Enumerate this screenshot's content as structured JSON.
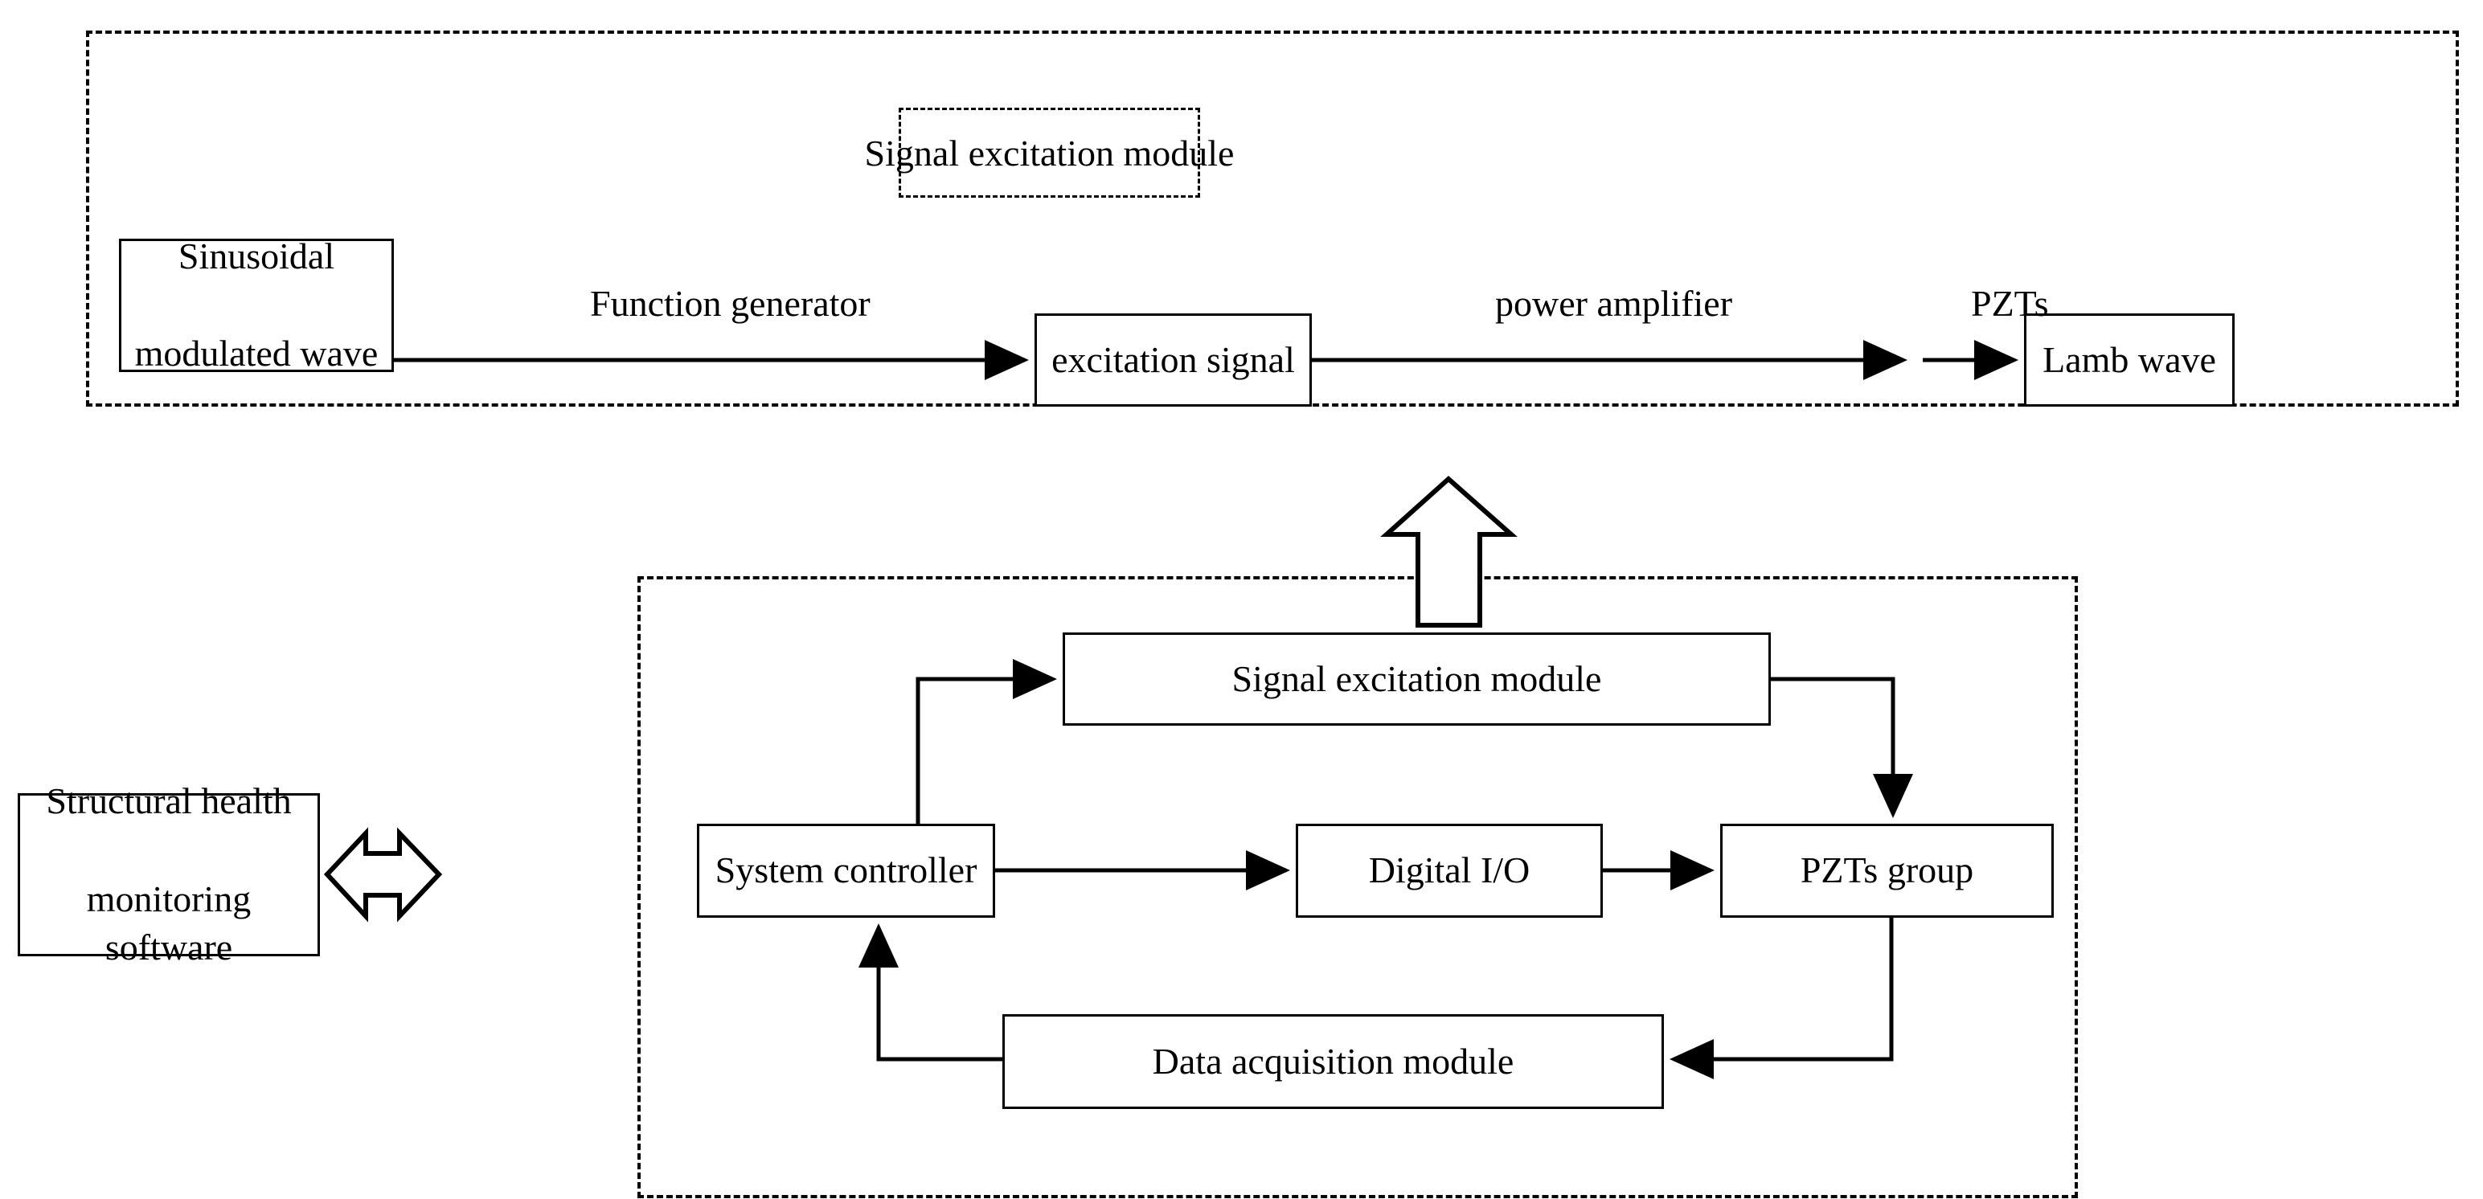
{
  "diagram": {
    "title": "Lamb wave structural health monitoring system block diagram",
    "groups": [
      {
        "id": "excitation-group",
        "label": ""
      },
      {
        "id": "hardware-group",
        "label": ""
      }
    ],
    "tag": {
      "label": "Signal excitation module"
    },
    "top_row": {
      "nodes": [
        {
          "id": "sinusoidal-modulated-wave",
          "label": "Sinusoidal\nmodulated wave",
          "line1": "Sinusoidal",
          "line2": "modulated wave"
        },
        {
          "id": "excitation-signal",
          "label": "excitation signal"
        },
        {
          "id": "lamb-wave",
          "label": "Lamb wave"
        }
      ],
      "edge_labels": [
        {
          "id": "function-generator",
          "label": "Function generator"
        },
        {
          "id": "power-amplifier",
          "label": "power amplifier"
        },
        {
          "id": "pzts",
          "label": "PZTs"
        }
      ]
    },
    "bottom_block": {
      "nodes": [
        {
          "id": "signal-excitation-module",
          "label": "Signal excitation module"
        },
        {
          "id": "system-controller",
          "label": "System controller"
        },
        {
          "id": "digital-io",
          "label": "Digital I/O"
        },
        {
          "id": "pzts-group",
          "label": "PZTs group"
        },
        {
          "id": "data-acquisition-module",
          "label": "Data acquisition module"
        }
      ]
    },
    "external": {
      "node": {
        "id": "structural-health-monitoring-software",
        "line1": "Structural health",
        "line2": "monitoring software"
      }
    },
    "connectors": {
      "bidirectional_arrow": "double-headed-arrow",
      "block_arrow_up": "hollow-up-arrow"
    },
    "colors": {
      "stroke": "#000000",
      "background": "#ffffff"
    }
  }
}
